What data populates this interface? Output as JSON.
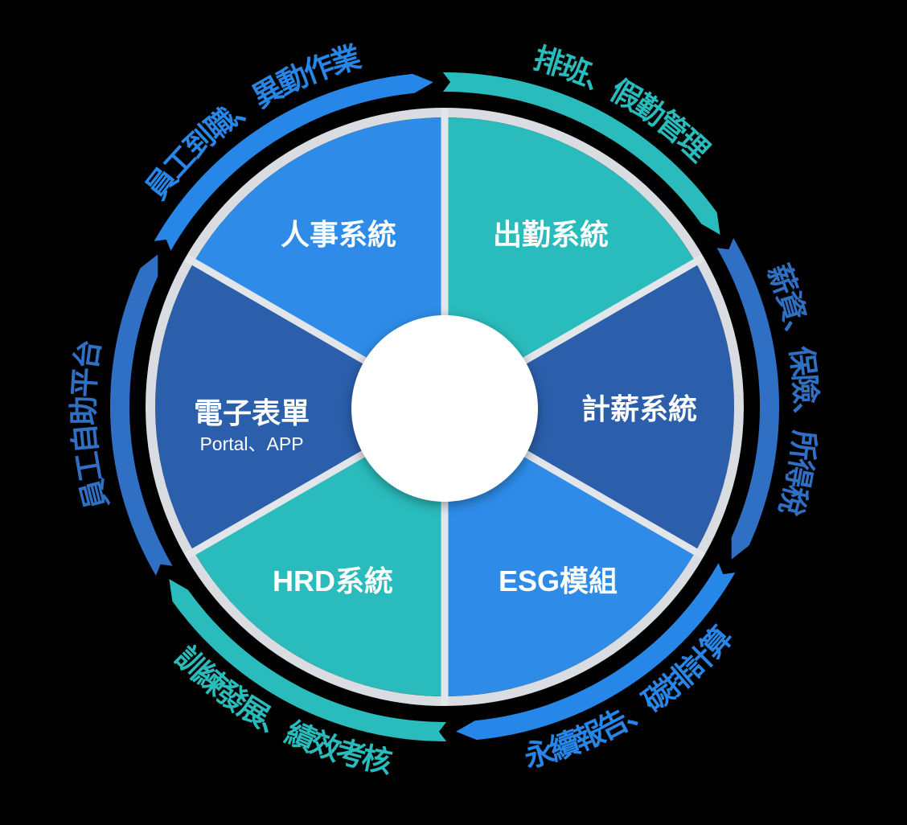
{
  "background": "#000000",
  "diagram": {
    "type": "circular-flow-wheel",
    "colors": {
      "bright_blue": "#2E8CE8",
      "teal": "#2ABCBC",
      "dark_blue": "#2B5FAC",
      "bright_blue_arc": "#2787E8",
      "teal_arc": "#2ABCBC",
      "dark_blue_arc": "#3070C4",
      "divider": "#E2E5E9",
      "rim": "#D9DCE0",
      "hub_fill": "#FFFFFF",
      "segment_text": "#FFFFFF"
    },
    "segments": [
      {
        "label": "人事系統",
        "sublabel": "",
        "color": "bright_blue",
        "start_angle": 90,
        "end_angle": 150
      },
      {
        "label": "出勤系統",
        "sublabel": "",
        "color": "teal",
        "start_angle": 30,
        "end_angle": 90
      },
      {
        "label": "計薪系統",
        "sublabel": "",
        "color": "dark_blue",
        "start_angle": -30,
        "end_angle": 30
      },
      {
        "label": "ESG模組",
        "sublabel": "",
        "color": "bright_blue",
        "start_angle": -90,
        "end_angle": -30
      },
      {
        "label": "HRD系統",
        "sublabel": "",
        "color": "teal",
        "start_angle": -150,
        "end_angle": -90
      },
      {
        "label": "電子表單",
        "sublabel": "Portal、APP",
        "color": "dark_blue",
        "start_angle": 150,
        "end_angle": 210
      }
    ],
    "arcs": [
      {
        "label": "員工到職、異動作業",
        "color": "bright_blue_arc",
        "tail_angle": 150,
        "head_angle": 90,
        "label_mid_angle": 124,
        "label_orientation": "outward"
      },
      {
        "label": "排班、假勤管理",
        "color": "teal_arc",
        "tail_angle": 90,
        "head_angle": 30,
        "label_mid_angle": 60,
        "label_orientation": "outward"
      },
      {
        "label": "薪資、保險、所得稅",
        "color": "dark_blue_arc",
        "tail_angle": 30,
        "head_angle": -30,
        "label_mid_angle": 3,
        "label_orientation": "outward"
      },
      {
        "label": "永續報告、碳排計算",
        "color": "bright_blue_arc",
        "tail_angle": -30,
        "head_angle": -90,
        "label_mid_angle": -58,
        "label_orientation": "inward"
      },
      {
        "label": "訓練發展、績效考核",
        "color": "teal_arc",
        "tail_angle": -90,
        "head_angle": -150,
        "label_mid_angle": -118,
        "label_orientation": "inward"
      },
      {
        "label": "員工自助平台",
        "color": "dark_blue_arc",
        "tail_angle": -150,
        "head_angle": -210,
        "label_mid_angle": 183,
        "label_orientation": "outward"
      }
    ]
  }
}
